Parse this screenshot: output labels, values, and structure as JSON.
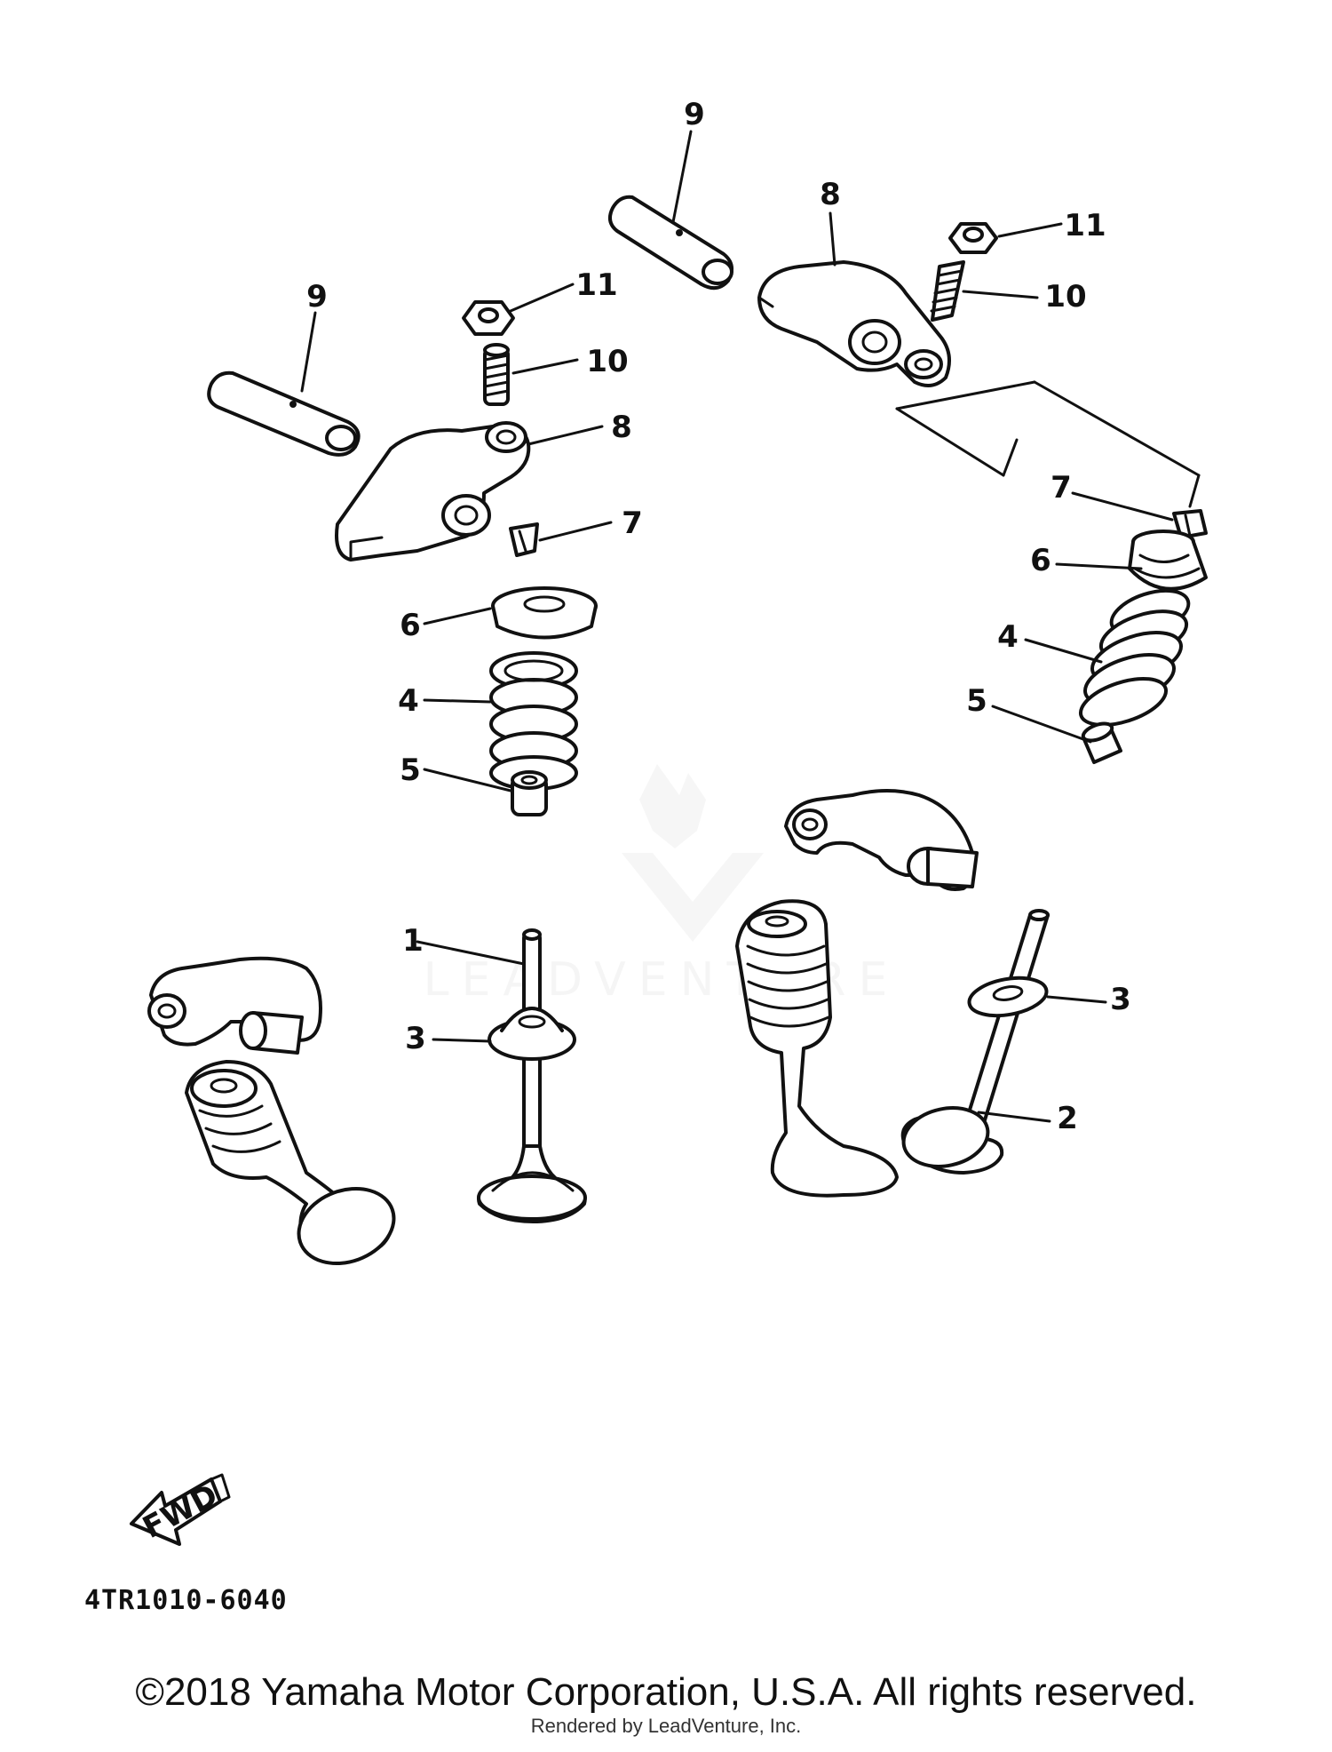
{
  "callouts": {
    "c9a": "9",
    "c9b": "9",
    "c8a": "8",
    "c8b": "8",
    "c11a": "11",
    "c11b": "11",
    "c10a": "10",
    "c10b": "10",
    "c7a": "7",
    "c7b": "7",
    "c6a": "6",
    "c6b": "6",
    "c4a": "4",
    "c4b": "4",
    "c5a": "5",
    "c5b": "5",
    "c1": "1",
    "c3a": "3",
    "c3b": "3",
    "c2": "2"
  },
  "fwd_label": "FWD",
  "part_number": "4TR1010-6040",
  "watermark": "LEADVENTURE",
  "copyright": "©2018 Yamaha Motor Corporation, U.S.A. All rights reserved.",
  "rendered_by": "Rendered by LeadVenture, Inc."
}
